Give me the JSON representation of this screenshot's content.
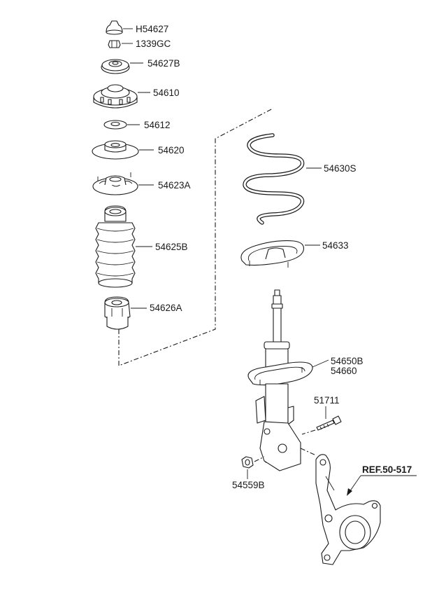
{
  "parts": [
    {
      "id": "H54627",
      "label": "H54627"
    },
    {
      "id": "1339GC",
      "label": "1339GC"
    },
    {
      "id": "54627B",
      "label": "54627B"
    },
    {
      "id": "54610",
      "label": "54610"
    },
    {
      "id": "54612",
      "label": "54612"
    },
    {
      "id": "54620",
      "label": "54620"
    },
    {
      "id": "54623A",
      "label": "54623A"
    },
    {
      "id": "54625B",
      "label": "54625B"
    },
    {
      "id": "54626A",
      "label": "54626A"
    },
    {
      "id": "54630S",
      "label": "54630S"
    },
    {
      "id": "54633",
      "label": "54633"
    },
    {
      "id": "54650B",
      "label": "54650B"
    },
    {
      "id": "54660",
      "label": "54660"
    },
    {
      "id": "51711",
      "label": "51711"
    },
    {
      "id": "54559B",
      "label": "54559B"
    }
  ],
  "reference": {
    "label": "REF.50-517"
  }
}
